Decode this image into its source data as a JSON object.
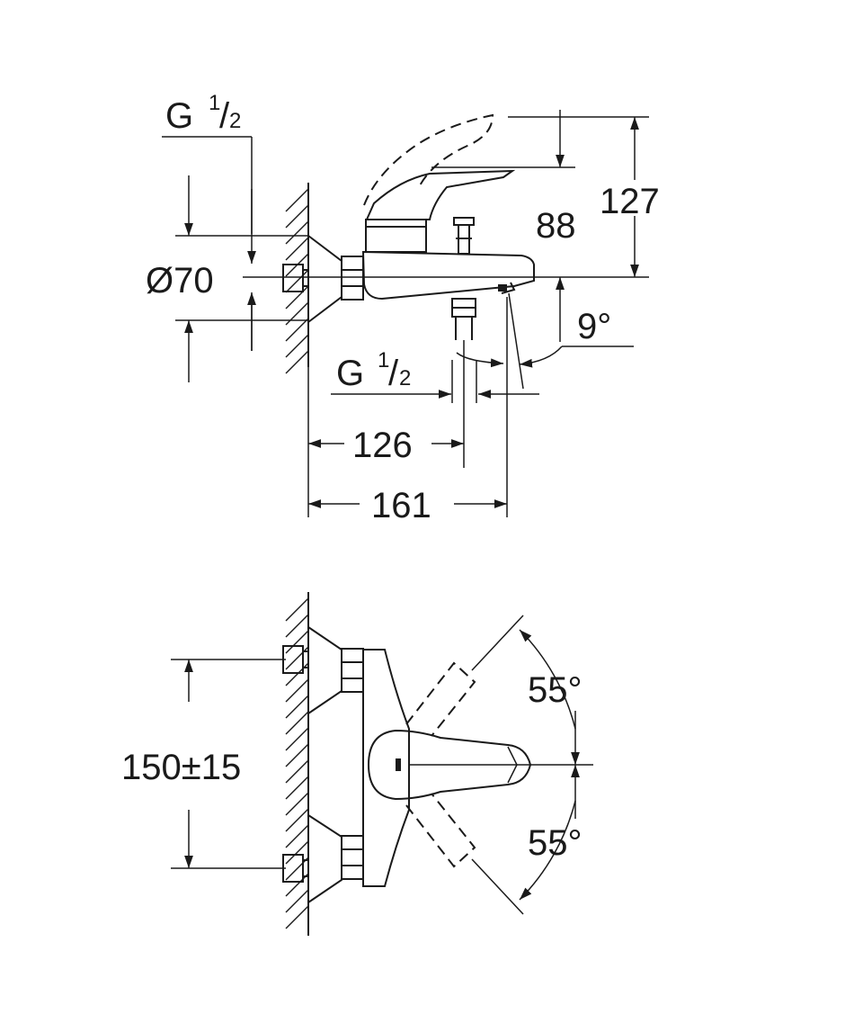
{
  "side_view": {
    "thread_top": {
      "base": "G",
      "sup": "1",
      "sub": "2"
    },
    "thread_bottom": {
      "base": "G",
      "sup": "1",
      "sub": "2"
    },
    "dim_diameter": "Ø70",
    "dim_height_total": "127",
    "dim_height_spout": "88",
    "dim_angle_spout": "9°",
    "dim_depth_outlet": "126",
    "dim_depth_total": "161"
  },
  "top_view": {
    "dim_centers": "150±15",
    "dim_angle_upper": "55°",
    "dim_angle_lower": "55°"
  },
  "colors": {
    "line": "#1a1a1a",
    "background": "#ffffff"
  }
}
